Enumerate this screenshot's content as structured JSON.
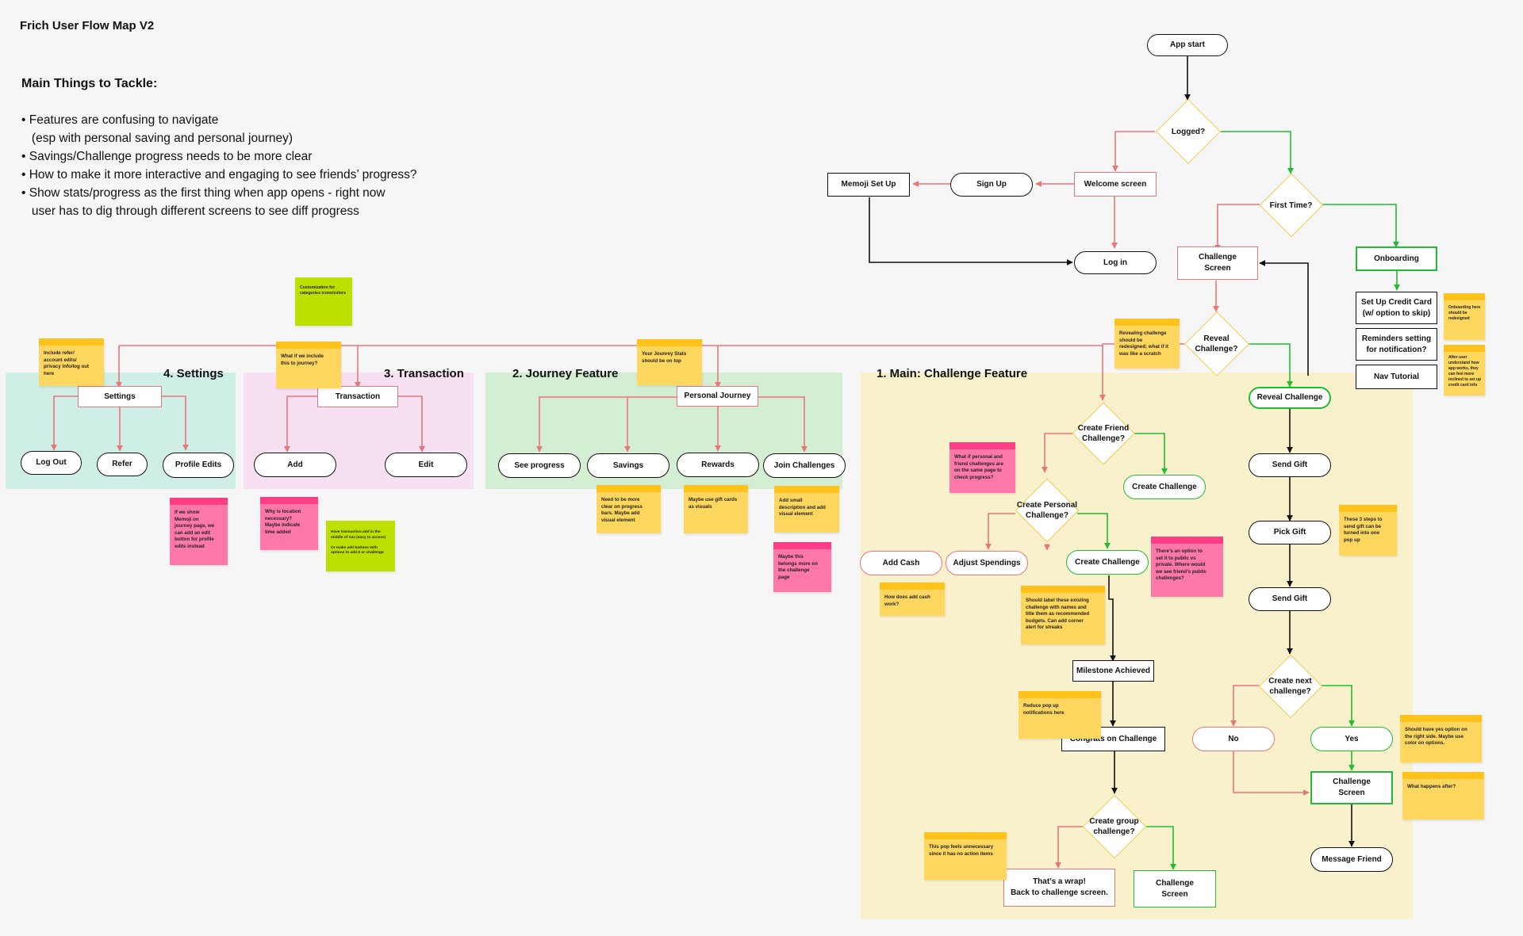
{
  "title": "Frich User Flow Map V2",
  "tackle": {
    "heading": "Main Things to Tackle:",
    "items": [
      "• Features are confusing to navigate",
      "   (esp with personal saving and personal journey)",
      "• Savings/Challenge progress needs to be more clear",
      "• How to make it more interactive and engaging to see friends’ progress?",
      "• Show stats/progress as the first thing when app opens - right now",
      "   user has to dig through different screens to see diff progress"
    ]
  },
  "sections": {
    "settings": "4. Settings",
    "transaction": "3. Transaction",
    "journey": "2. Journey Feature",
    "main": "1. Main: Challenge Feature"
  },
  "nodes": {
    "app_start": "App start",
    "memoji": "Memoji Set Up",
    "signup": "Sign Up",
    "welcome": "Welcome screen",
    "login": "Log in",
    "challenge_screen_top": "Challenge\nScreen",
    "onboarding": "Onboarding",
    "credit_card": "Set Up Credit Card\n(w/ option to skip)",
    "reminders": "Reminders setting\nfor notification?",
    "nav_tutorial": "Nav Tutorial",
    "settings": "Settings",
    "logout": "Log Out",
    "refer": "Refer",
    "profile_edits": "Profile Edits",
    "transaction": "Transaction",
    "add": "Add",
    "edit": "Edit",
    "personal_journey": "Personal Journey",
    "see_progress": "See progress",
    "savings": "Savings",
    "rewards": "Rewards",
    "join_challenges": "Join Challenges",
    "create_challenge_1": "Create Challenge",
    "add_cash": "Add Cash",
    "adjust_spendings": "Adjust Spendings",
    "create_challenge_2": "Create Challenge",
    "milestone": "Milestone Achieved",
    "congrats": "Congrats on Challenge",
    "wrap": "That’s a wrap!\nBack to challenge screen.",
    "challenge_screen_bottom": "Challenge\nScreen",
    "reveal_challenge": "Reveal Challenge",
    "send_gift_1": "Send Gift",
    "pick_gift": "Pick Gift",
    "send_gift_2": "Send Gift",
    "no": "No",
    "yes": "Yes",
    "challenge_screen_right": "Challenge\nScreen",
    "message_friend": "Message Friend"
  },
  "decisions": {
    "logged": "Logged?",
    "first_time": "First Time?",
    "reveal": "Reveal\nChallenge?",
    "create_friend": "Create Friend\nChallenge?",
    "create_personal": "Create Personal\nChallenge?",
    "create_group": "Create group\nchallenge?",
    "create_next": "Create next\nchallenge?"
  },
  "notes": {
    "customization": "Customization for\ncategories icons/colors",
    "include_refer": "Include refer/\naccount edits/\nprivacy info/log out\nhere",
    "what_if_journey": "What if we include\nthis to journey?",
    "journey_stats": "Your Jounrey Stats\nshould be on top",
    "revealing": "Revealing challenge\nshould be\nredesigned; what if it\nwas like a scratch",
    "onboarding_redesign": "Onboarding here\nshould be\nredesigned",
    "after_user": "After user\nunderstand how\napp works, they\ncan feel more\ninclined to set up\ncredit card info",
    "memoji_journey": "If we show\nMemoji on\njourney page, we\ncan add an edit\nbutton for profile\nedits instead",
    "location": "Why is location\nnecessary?\nMaybe indicate\ntime added",
    "nav_bar": "Have transaction add in the\nmiddle of nav (easy to access)\n\nOr make add buttons with\noptions to add $ or challenge",
    "progress_bars": "Need to be more\nclear on progress\nbars. Maybe add\nvisual element",
    "gift_cards": "Maybe use gift cards\nas visuals",
    "small_desc": "Add small\ndescription and add\nvisual element",
    "belongs_more": "Maybe this\nbelongs more on\nthe challenge\npage",
    "personal_friend": "What if personal and\nfriend challenges are\non the same page to\ncheck progress?",
    "public_private": "There’s an option to\nset it to public vs\nprivate. Where would\nwe see friend’s public\nchallenges?",
    "add_cash_work": "How does add cash\nwork?",
    "label_existing": "Should label these existing\nchallenge with names and\ntitle them as recommended\nbudgets. Can add corner\nalert for streaks",
    "reduce_popup": "Reduce pop up\nnotifications here",
    "pop_unnecessary": "This pop feels unnecessary\nsince it has no action items",
    "three_steps": "These 3 steps to\nsend gift can be\nturned into one\npop up",
    "yes_option": "Should have yes option on\nthe right side. Maybe use\ncolor on options.",
    "what_happens": "What happens after?"
  },
  "colors": {
    "background": "#f6f6f6",
    "settings_region": "#cfeee6",
    "transaction_region": "#f8e0f3",
    "journey_region": "#d4eed3",
    "main_region": "#f8f1cb",
    "red_line": "#e9767b",
    "green_line": "#22bb33",
    "black_line": "#111111",
    "diamond_border": "#f2c94c",
    "sticky_yellow": "#ffd75e",
    "sticky_pink": "#ff78a9",
    "sticky_lime": "#bde000"
  }
}
